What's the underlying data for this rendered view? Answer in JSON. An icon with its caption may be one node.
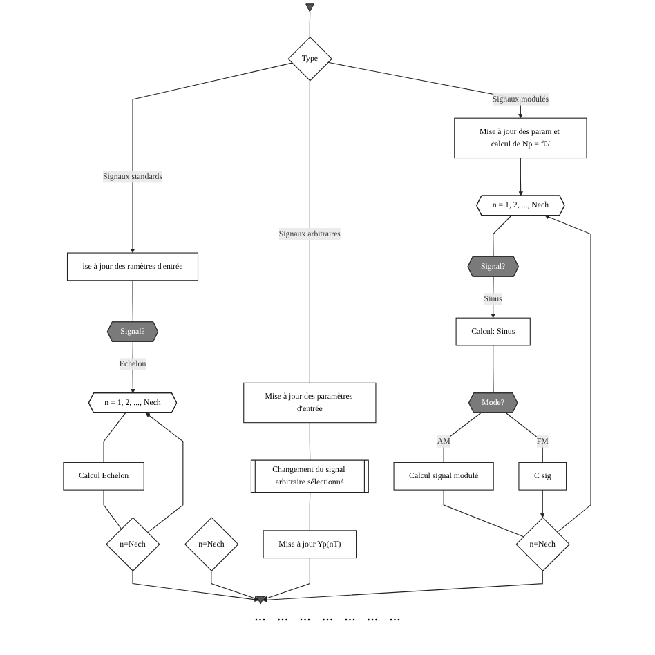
{
  "diagram": {
    "nodes": [
      {
        "text": [],
        "shape": "triangle"
      },
      {
        "text": [
          "Type"
        ]
      },
      {
        "text": [
          "ise à jour des ramètres d'entrée"
        ]
      },
      {
        "text": [
          "Signal?"
        ]
      },
      {
        "text": [
          "n = 1, 2, ..., Nech"
        ]
      },
      {
        "text": [
          "Calcul Echelon"
        ]
      },
      {
        "text": [
          "n=Nech"
        ]
      },
      {
        "text": [
          "n=Nech"
        ]
      },
      {
        "text": [
          "Mise à jour des paramètres d'entrée"
        ]
      },
      {
        "text": [
          "Changement du signal arbitraire sélectionné"
        ]
      },
      {
        "text": [
          "Mise à jour Yp(nT)"
        ]
      },
      {
        "text": [
          "Mise à jour des param et calcul de Np = f0/"
        ]
      },
      {
        "text": [
          "n = 1, 2, ..., Nech"
        ]
      },
      {
        "text": [
          "Signal?"
        ]
      },
      {
        "text": [
          "Calcul: Sinus"
        ]
      },
      {
        "text": [
          "Mode?"
        ]
      },
      {
        "text": [
          "Calcul signal modulé"
        ]
      },
      {
        "text": [
          "C sig"
        ]
      },
      {
        "text": [
          "n=Nech"
        ]
      },
      {
        "text": [],
        "shape": "triangle"
      }
    ],
    "edges": [
      {
        "from": 0,
        "to": 1,
        "arrow": "none"
      },
      {
        "from": 1,
        "to": 2,
        "arrow": "to",
        "label": "Signaux standards"
      },
      {
        "from": 1,
        "to": 8,
        "arrow": "none",
        "label": "Signaux arbitraires"
      },
      {
        "from": 1,
        "to": 11,
        "arrow": "to",
        "label": "Signaux modulés"
      },
      {
        "from": 2,
        "to": 3,
        "arrow": "none"
      },
      {
        "from": 3,
        "to": 4,
        "arrow": "to",
        "label": "Echelon"
      },
      {
        "from": 4,
        "to": 5,
        "arrow": "none"
      },
      {
        "from": 5,
        "to": 6,
        "arrow": "none"
      },
      {
        "from": 6,
        "to": 4,
        "arrow": "to"
      },
      {
        "from": 6,
        "to": 19,
        "arrow": "to"
      },
      {
        "from": 7,
        "to": 19,
        "arrow": "to"
      },
      {
        "from": 8,
        "to": 9,
        "arrow": "none"
      },
      {
        "from": 9,
        "to": 10,
        "arrow": "none"
      },
      {
        "from": 10,
        "to": 19,
        "arrow": "to"
      },
      {
        "from": 11,
        "to": 12,
        "arrow": "to"
      },
      {
        "from": 12,
        "to": 13,
        "arrow": "none"
      },
      {
        "from": 13,
        "to": 14,
        "arrow": "to",
        "label": "Sinus"
      },
      {
        "from": 14,
        "to": 15,
        "arrow": "none"
      },
      {
        "from": 15,
        "to": 16,
        "arrow": "none",
        "label": "AM"
      },
      {
        "from": 15,
        "to": 17,
        "arrow": "none",
        "label": "FM"
      },
      {
        "from": 16,
        "to": 18,
        "arrow": "none"
      },
      {
        "from": 17,
        "to": 18,
        "arrow": "to"
      },
      {
        "from": 18,
        "to": 12,
        "arrow": "to"
      },
      {
        "from": 18,
        "to": 19,
        "arrow": "to"
      }
    ],
    "labels": [
      "...",
      "...",
      "...",
      "...",
      "...",
      "...",
      "..."
    ]
  }
}
